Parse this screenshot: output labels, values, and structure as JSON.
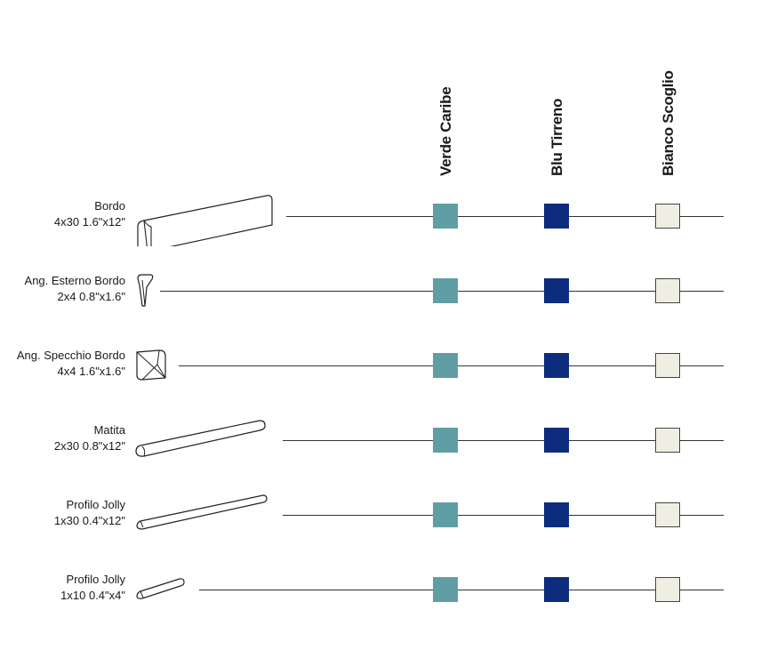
{
  "columns": [
    {
      "name": "Verde Caribe",
      "color": "#5f9ea3"
    },
    {
      "name": "Blu Tirreno",
      "color": "#0d2c7e"
    },
    {
      "name": "Bianco Scoglio",
      "color": "#efeee2"
    }
  ],
  "rows": [
    {
      "name": "Bordo",
      "size": "4x30 1.6\"x12\"",
      "icon": "bordo-trim-icon"
    },
    {
      "name": "Ang. Esterno Bordo",
      "size": "2x4 0.8\"x1.6\"",
      "icon": "external-corner-icon"
    },
    {
      "name": "Ang. Specchio Bordo",
      "size": "4x4 1.6\"x1.6\"",
      "icon": "mirror-corner-icon"
    },
    {
      "name": "Matita",
      "size": "2x30 0.8\"x12\"",
      "icon": "pencil-trim-icon"
    },
    {
      "name": "Profilo Jolly",
      "size": "1x30 0.4\"x12\"",
      "icon": "jolly-profile-long-icon"
    },
    {
      "name": "Profilo Jolly",
      "size": "1x10 0.4\"x4\"",
      "icon": "jolly-profile-short-icon"
    }
  ]
}
